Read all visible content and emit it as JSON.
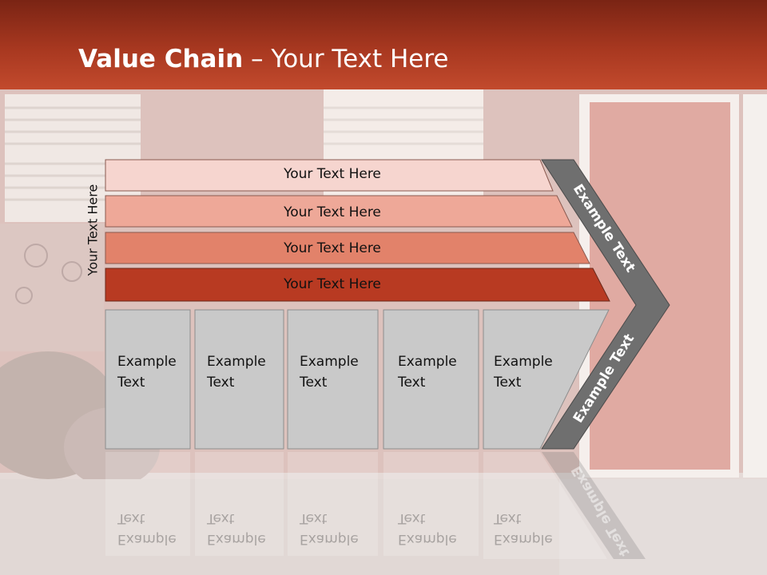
{
  "slide": {
    "title_bold": "Value Chain",
    "title_rest": " – Your Text Here",
    "vertical_label": "Your Text Here"
  },
  "bars": [
    {
      "label": "Your Text Here",
      "color": "#f6d5cf"
    },
    {
      "label": "Your Text Here",
      "color": "#eea898"
    },
    {
      "label": "Your Text Here",
      "color": "#e2826a"
    },
    {
      "label": "Your Text Here",
      "color": "#b83a22"
    }
  ],
  "boxes": [
    {
      "line1": "Example",
      "line2": "Text"
    },
    {
      "line1": "Example",
      "line2": "Text"
    },
    {
      "line1": "Example",
      "line2": "Text"
    },
    {
      "line1": "Example",
      "line2": "Text"
    },
    {
      "line1": "Example",
      "line2": "Text"
    }
  ],
  "chevron": {
    "upper_label": "Example Text",
    "lower_label": "Example Text",
    "color": "#6f6f6f"
  },
  "colors": {
    "box_fill": "#c9c9c9",
    "header_red": "#b3402a"
  }
}
